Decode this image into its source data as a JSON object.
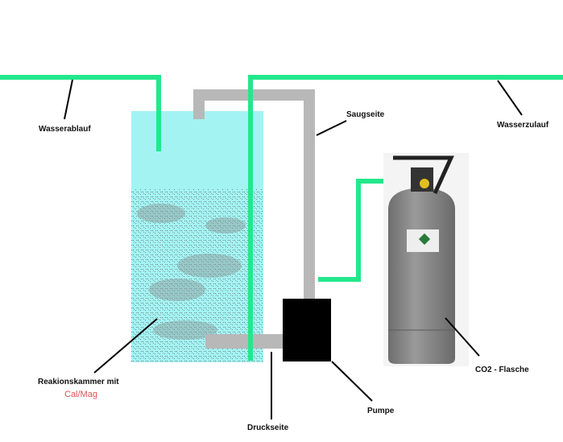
{
  "labels": {
    "water_outlet": "Wasserablauf",
    "suction_side": "Saugseite",
    "water_inlet": "Wasserzulauf",
    "reaction_chamber": "Reakionskammer mit",
    "reaction_media": "Cal/Mag",
    "pressure_side": "Druckseite",
    "pump": "Pumpe",
    "co2_bottle": "CO2 - Flasche"
  },
  "colors": {
    "water_pipe": "#22e88c",
    "chamber": "#a3f3f3",
    "pipe_gray": "#b8b8b8",
    "pump": "#000000",
    "media_label": "#e05050"
  }
}
